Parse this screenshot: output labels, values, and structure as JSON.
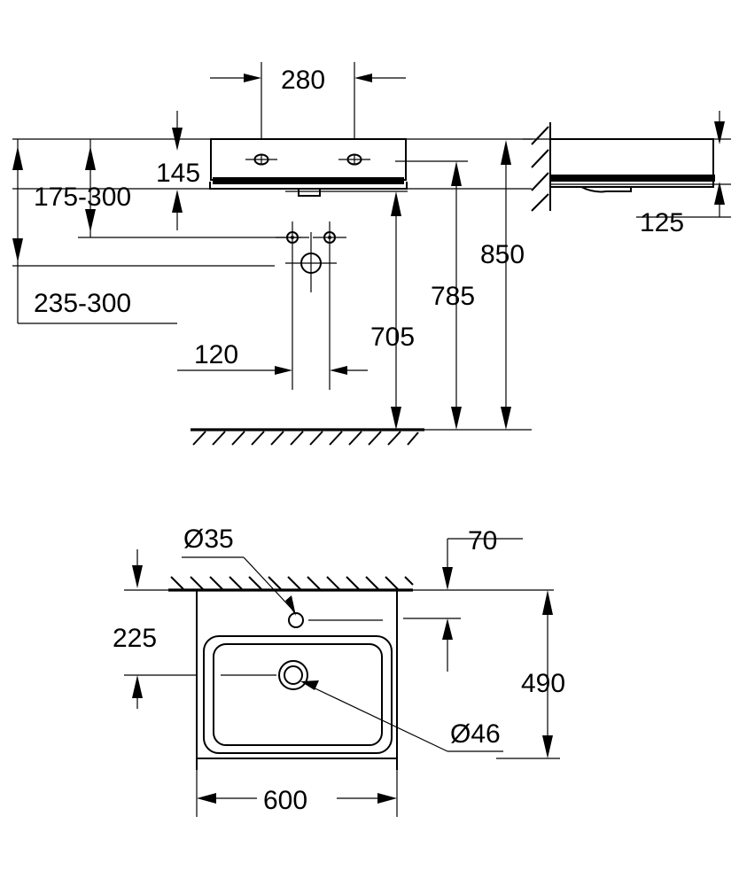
{
  "drawing": {
    "title": "Washbasin installation dimensions",
    "units": "mm",
    "line_color": "#000000",
    "background_color": "#ffffff"
  },
  "elevation_view": {
    "name": "front-elevation",
    "dimensions": {
      "tap_hole_spacing": "280",
      "basin_depth_front": "145",
      "supply_height_range": "175-300",
      "waste_height_range": "235-300",
      "supply_spacing": "120",
      "waste_to_floor": "705",
      "basin_underside_to_floor": "785",
      "basin_rim_to_floor": "850"
    }
  },
  "side_view": {
    "name": "side-elevation",
    "dimensions": {
      "basin_total_depth": "125"
    }
  },
  "plan_view": {
    "name": "top-plan",
    "dimensions": {
      "overflow_hole_diameter": "Ø35",
      "waste_hole_diameter": "Ø46",
      "rear_to_waste_center": "225",
      "rear_offset": "70",
      "basin_depth": "490",
      "basin_width": "600"
    }
  },
  "labels": {
    "d280": "280",
    "d145": "145",
    "d175_300": "175-300",
    "d235_300": "235-300",
    "d120": "120",
    "d705": "705",
    "d785": "785",
    "d850": "850",
    "d125": "125",
    "d35": "Ø35",
    "d46": "Ø46",
    "d225": "225",
    "d70": "70",
    "d490": "490",
    "d600": "600"
  }
}
